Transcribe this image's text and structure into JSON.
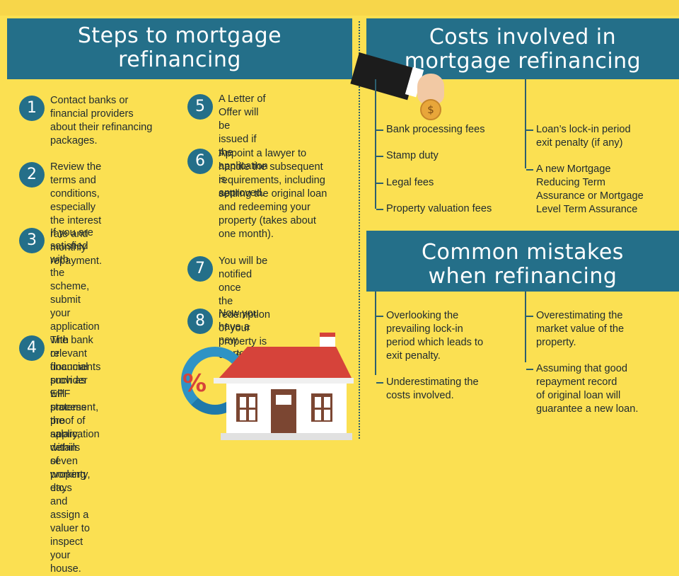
{
  "steps_section": {
    "title_line1": "Steps to mortgage",
    "title_line2": "refinancing",
    "steps": [
      {
        "number": "1",
        "text": [
          "Contact banks or",
          "financial providers",
          "about their refinancing",
          "packages."
        ]
      },
      {
        "number": "2",
        "text": [
          "Review the terms and",
          "conditions, especially",
          "the interest rate and",
          "monthly repayment."
        ]
      },
      {
        "number": "3",
        "text": [
          "If you are satisfied with",
          "the scheme, submit",
          "your application with",
          "relevant documents",
          "such as EPF statement,",
          "proof of salary, details",
          "of property, etc."
        ]
      },
      {
        "number": "4",
        "text": [
          "The bank or financial",
          "provider will process",
          "the application within",
          "seven working days",
          "and assign a valuer to",
          "inspect your house."
        ]
      },
      {
        "number": "5",
        "text": [
          "A Letter of Offer will be",
          "issued if the application",
          "is approved."
        ]
      },
      {
        "number": "6",
        "text": [
          "Appoint a lawyer to",
          "handle the subsequent",
          "requirements, including",
          "settling the original loan",
          "and redeeming your",
          "property (takes about",
          "one month)."
        ]
      },
      {
        "number": "7",
        "text": [
          "You will be notified once",
          "the redemption of your",
          "property is done."
        ]
      },
      {
        "number": "8",
        "text": [
          "Now you have a new",
          "mortgage."
        ]
      }
    ]
  },
  "costs_section": {
    "title_line1": "Costs involved in",
    "title_line2": "mortgage refinancing",
    "left_items": [
      [
        "Bank processing fees"
      ],
      [
        "Stamp duty"
      ],
      [
        "Legal fees"
      ],
      [
        "Property valuation fees"
      ]
    ],
    "right_items": [
      [
        "Loan’s lock-in period",
        "exit penalty (if any)"
      ],
      [
        "A new Mortgage",
        "Reducing Term",
        "Assurance or Mortgage",
        "Level Term Assurance"
      ]
    ]
  },
  "mistakes_section": {
    "title_line1": "Common mistakes",
    "title_line2": "when refinancing",
    "left_items": [
      [
        "Overlooking the",
        "prevailing lock-in",
        "period which leads to",
        "exit penalty."
      ],
      [
        "Underestimating the",
        "costs involved."
      ]
    ],
    "right_items": [
      [
        "Overestimating the",
        "market value of the",
        "property."
      ],
      [
        "Assuming that good",
        "repayment record",
        "of original loan will",
        "guarantee a new loan."
      ]
    ]
  },
  "illustration": {
    "percent_symbol": "%",
    "coin_symbol": "$"
  },
  "colors": {
    "background": "#fbe052",
    "banner": "#246f89",
    "text": "#1f2a30",
    "roof": "#d6433a",
    "arrows": "#2e93c5"
  }
}
